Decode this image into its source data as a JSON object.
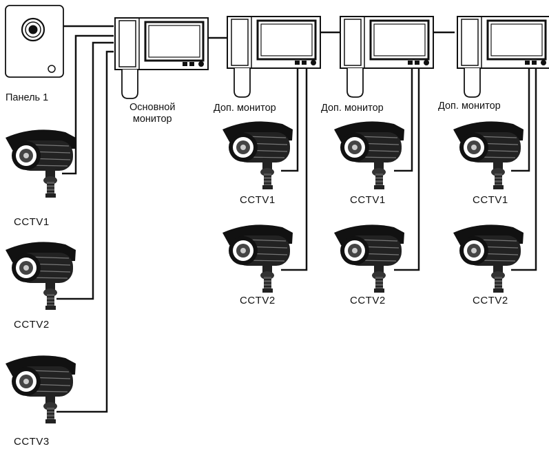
{
  "diagram": {
    "panel_label": "Панель 1",
    "main_monitor_line1": "Основной",
    "main_monitor_line2": "монитор",
    "extra_monitor_label": "Доп. монитор",
    "cctv1": "CCTV1",
    "cctv2": "CCTV2",
    "cctv3": "CCTV3"
  }
}
